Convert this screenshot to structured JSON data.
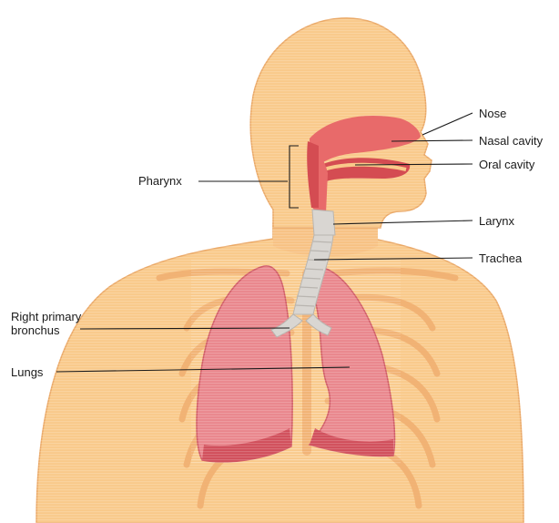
{
  "colors": {
    "skin": "#f9c98a",
    "skin_light": "#fbd9a6",
    "skin_outline": "#eaa866",
    "tissue": "#e86a6a",
    "tissue_dark": "#d44c52",
    "lung": "#e9868c",
    "lung_dark": "#cf5964",
    "airway": "#d9d6d2",
    "rib": "#f2b57a",
    "label": "#1a1a1a"
  },
  "labels": {
    "nose": "Nose",
    "nasal_cavity": "Nasal cavity",
    "oral_cavity": "Oral cavity",
    "pharynx": "Pharynx",
    "larynx": "Larynx",
    "trachea": "Trachea",
    "right_primary_bronchus_line1": "Right primary",
    "right_primary_bronchus_line2": "bronchus",
    "lungs": "Lungs"
  }
}
